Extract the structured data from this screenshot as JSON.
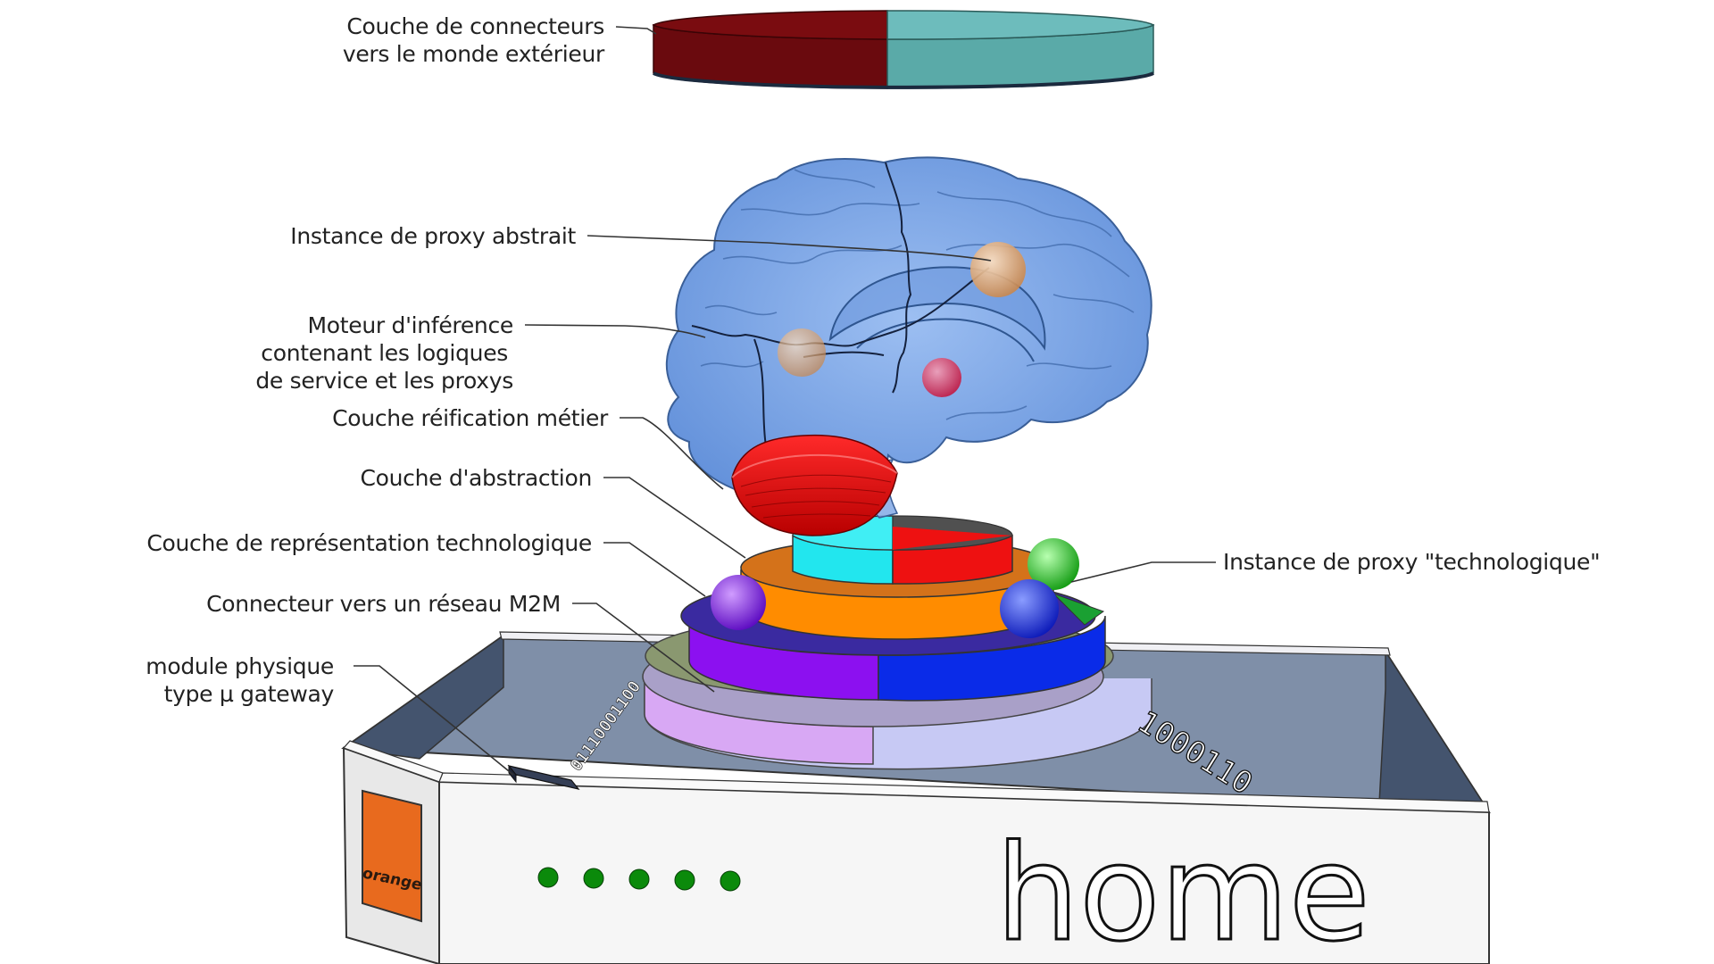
{
  "labels": {
    "connectors_top_line1": "Couche de connecteurs",
    "connectors_top_line2": "vers le monde extérieur",
    "abstract_proxy": "Instance de proxy abstrait",
    "inference_line1": "Moteur d'inférence",
    "inference_line2": "contenant les logiques",
    "inference_line3": "de service et les proxys",
    "business_reification": "Couche réification métier",
    "abstraction_layer": "Couche d'abstraction",
    "tech_representation": "Couche de représentation technologique",
    "m2m_connector": "Connecteur vers un réseau M2M",
    "physical_module_line1": "module physique",
    "physical_module_line2": "type µ gateway",
    "tech_proxy": "Instance de proxy \"technologique\""
  },
  "device": {
    "brand": "orange",
    "name": "home",
    "led_count": 5,
    "led_color": "#0b8a0b"
  },
  "binary_streams": {
    "left": "01110001100",
    "right": "1000110"
  },
  "colors": {
    "brain": "#5b8fdc",
    "top_disc_left": "#7a0c10",
    "top_disc_right": "#6dbcbc",
    "cup": "#dd1111",
    "layer_tech_left": "#22e6ee",
    "layer_tech_right": "#ee1111",
    "layer_abstraction": "#ff8c00",
    "layer_m2m_left": "#8c10f0",
    "layer_m2m_right": "#0a2be8",
    "layer_base_left": "#d8a8f4",
    "layer_base_right": "#b6b8f4",
    "box_top": "#7f8fa8",
    "box_inner_wall": "#44546e",
    "box_front": "#f6f6f6",
    "brand_square": "#e86a1e",
    "sphere_abstract": "#e0a070",
    "sphere_red": "#e02040",
    "sphere_green": "#20c020",
    "sphere_purple": "#7d16f0",
    "sphere_blue": "#1c30e8"
  }
}
